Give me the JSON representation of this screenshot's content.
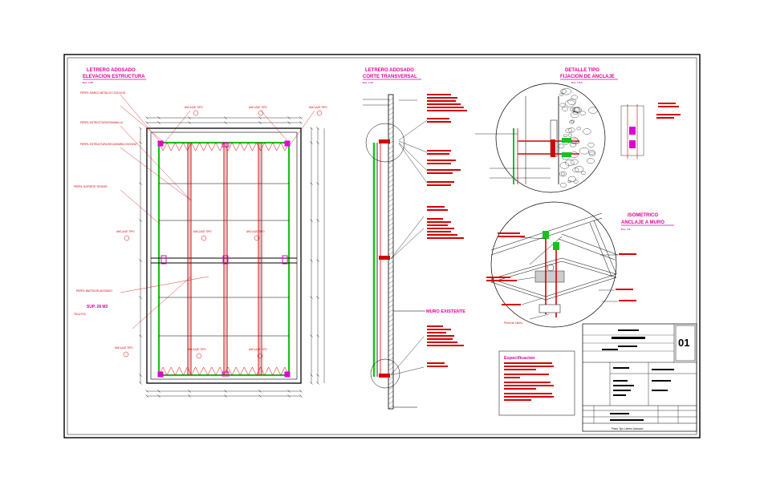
{
  "drawing": {
    "elevation": {
      "title": "LETRERO ADOSADO",
      "subtitle": "ELEVACION ESTRUCTURA",
      "scale": "Esc. 1:25",
      "anchor_label": "ANCLAJE TIPO",
      "area_label": "SUP. 28 M2",
      "notes": [
        "PERFIL MARCO METALICO 2X2X3/16\"",
        "PERFIL ESTRUCTURA ROMANILLA",
        "PERFIL ESTRUCTURA SECUNDARIA 2X2X3/16\"",
        "PERFIL SOPORTE TENSOR",
        "TELA PVC",
        "PERFIL BASTIDOR ADOSADO"
      ]
    },
    "section": {
      "title": "LETRERO ADOSADO",
      "subtitle": "CORTE TRANSVERSAL",
      "scale": "Esc. 1:10",
      "wall_label": "MURO EXISTENTE"
    },
    "detail": {
      "title": "DETALLE TIPO",
      "subtitle": "FIJACION DE ANCLAJE",
      "scale": "Esc. 1:2.5"
    },
    "isometric": {
      "title": "ISOMETRICO",
      "subtitle": "ANCLAJE A MURO",
      "scale": "Esc. 1:5",
      "rod_label": "Perno de 16mm."
    },
    "specs": {
      "title": "Especificacion"
    },
    "title_block": {
      "sheet_number": "01",
      "footer": "Plano Tipo Letrero Adosado"
    }
  }
}
